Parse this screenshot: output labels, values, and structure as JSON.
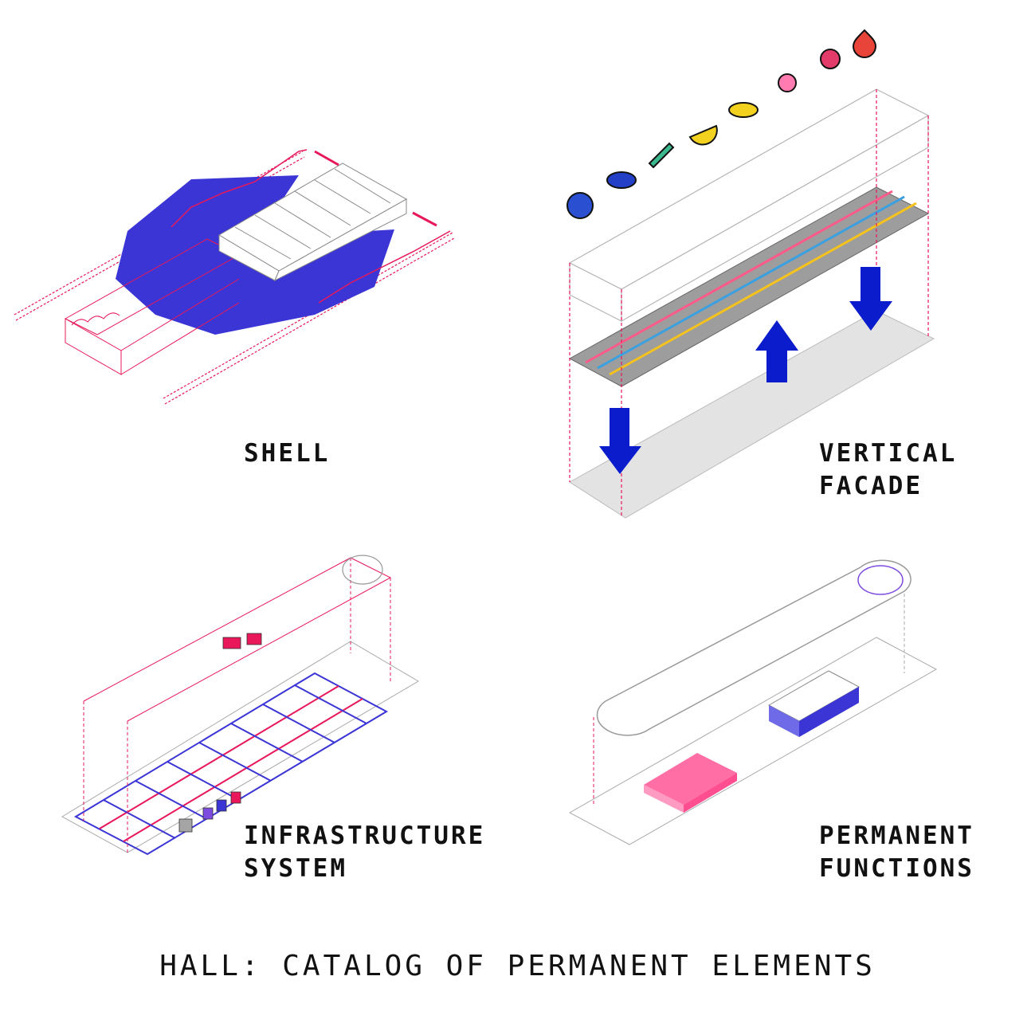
{
  "labels": {
    "shell": "SHELL",
    "facade_line1": "VERTICAL",
    "facade_line2": "FACADE",
    "infra_line1": "INFRASTRUCTURE",
    "infra_line2": "SYSTEM",
    "functions_line1": "PERMANENT",
    "functions_line2": "FUNCTIONS"
  },
  "caption": "HALL: CATALOG OF PERMANENT ELEMENTS",
  "icons": [
    "apple-icon",
    "cucumber-icon",
    "carrot-icon",
    "lemon-icon",
    "pea-pod-icon",
    "radish-icon",
    "grapes-icon",
    "pear-icon"
  ],
  "colors": {
    "blue": "#3b35d6",
    "arrow_blue": "#0a1ccc",
    "magenta": "#e8185a",
    "pink": "#ff6fa6",
    "purple": "#7d4be0",
    "grey": "#cfcfcf",
    "line": "#9a9a9a"
  }
}
